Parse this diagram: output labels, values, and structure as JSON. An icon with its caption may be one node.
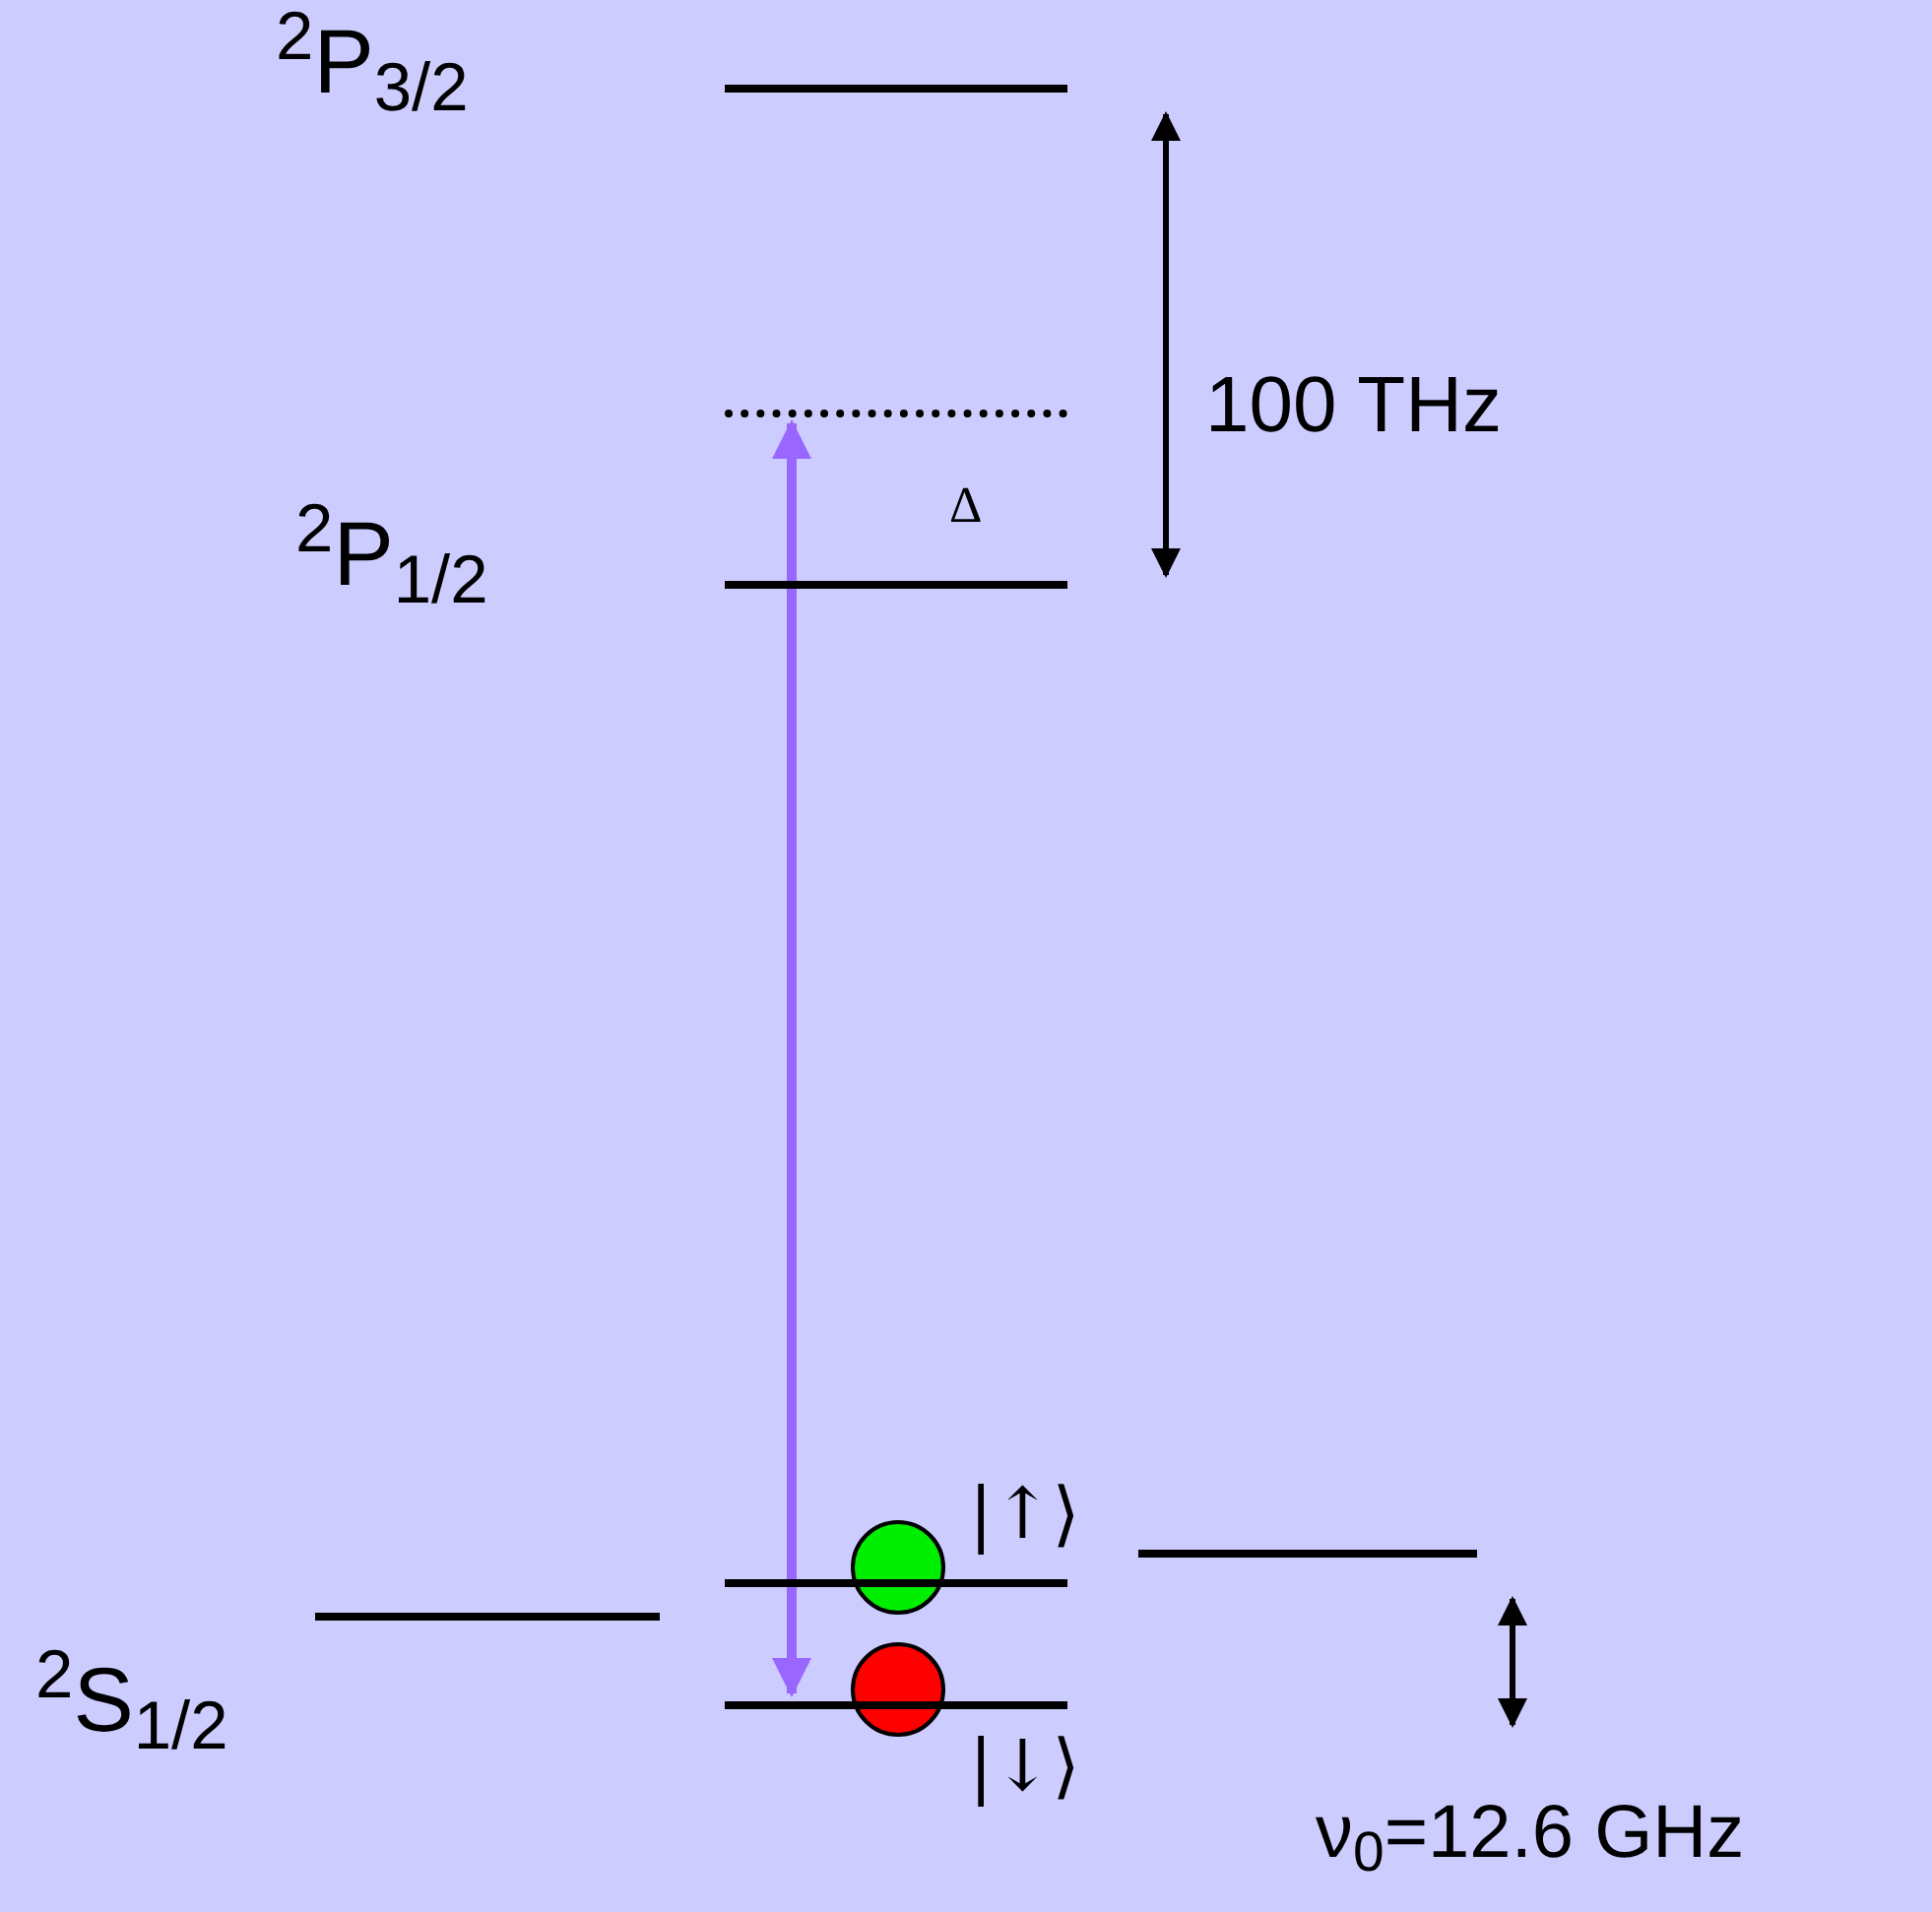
{
  "diagram": {
    "nodes": [
      {
        "text": [
          "$^{2}$P$_{3/2}$"
        ]
      },
      {
        "text": [],
        "shape": "bar"
      },
      {
        "text": [
          "$^{2}$P$_{1/2}$"
        ]
      },
      {
        "text": [
          "$^{2}$S$_{1/2}$"
        ]
      },
      {
        "text": [
          "|↑⟩"
        ]
      },
      {
        "text": [
          "|↓⟩"
        ]
      },
      {
        "text": [],
        "shape": "bar"
      }
    ],
    "edges": [
      {
        "from": 1,
        "to": 5,
        "arrow": "both",
        "color": "#9966ff"
      }
    ],
    "labels": [
      "100 THz",
      "Δ",
      "ν$_{0}$=12.6 GHz"
    ]
  }
}
